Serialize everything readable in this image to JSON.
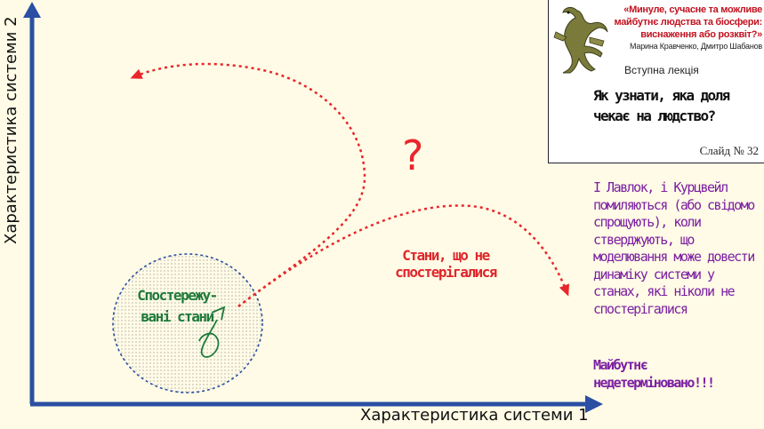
{
  "axes": {
    "y_label": "Характеристика системи 2",
    "x_label": "Характеристика системи 1"
  },
  "diagram": {
    "question_mark": "?",
    "unobserved_states": "Стани, що не спостерігалися",
    "observed_states": "Спостережу-вані стани"
  },
  "header": {
    "title": "«Минуле, сучасне та можливе майбутнє людства та біосфери: виснаження або розквіт?»",
    "authors": "Марина Кравченко, Дмитро Шабанов",
    "intro": "Вступна лекція",
    "question": "Як узнати, яка доля чекає на людство?",
    "slide": "Слайд № 32"
  },
  "note": {
    "text": "І Лавлок, і Курцвейл помиляються (або свідомо спрощують), коли стверджують, що моделювання може довести динаміку системи у станах, які ніколи не спостерігалися",
    "conclusion": "Майбутнє недетерміновано!!!"
  },
  "colors": {
    "axis": "#2a4fa3",
    "arrow_dotted": "#e8262b",
    "observed_text": "#1f7a3a",
    "note_text": "#7b1fa2",
    "header_title": "#c1121f"
  },
  "icons": {
    "dragon": "dragon-illustration"
  }
}
